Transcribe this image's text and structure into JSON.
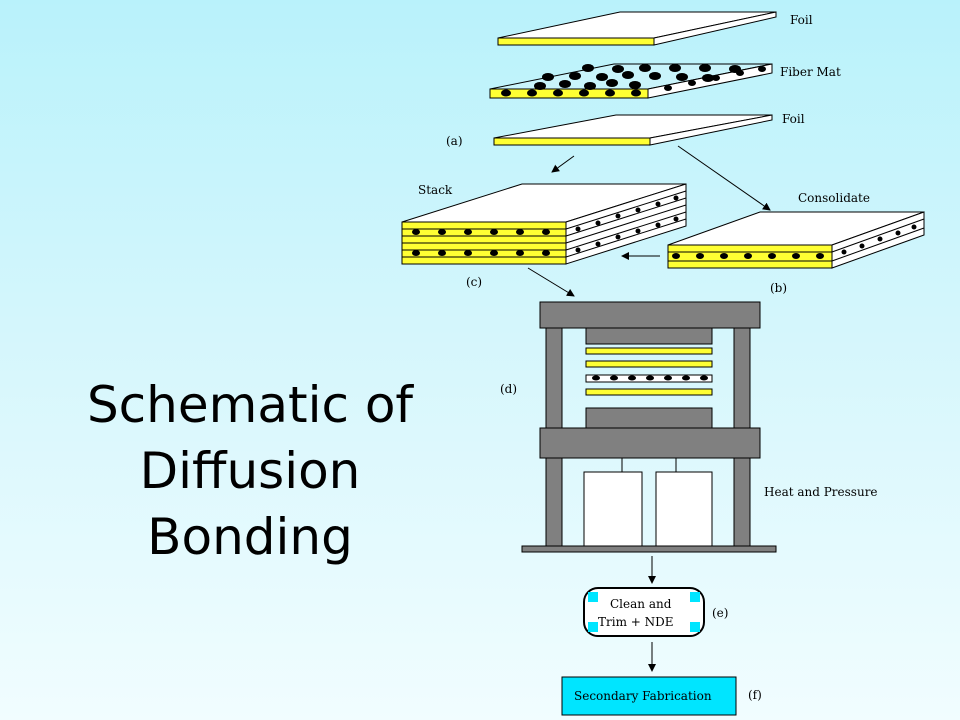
{
  "title": [
    "Schematic of",
    "Diffusion",
    "Bonding"
  ],
  "labels": {
    "foil_top": "Foil",
    "fiber_mat": "Fiber Mat",
    "foil_bottom": "Foil",
    "stack": "Stack",
    "consolidate": "Consolidate",
    "heat_pressure": "Heat and Pressure",
    "clean_line1": "Clean and",
    "clean_line2": "Trim + NDE",
    "secondary": "Secondary Fabrication"
  },
  "steps": {
    "a": "(a)",
    "b": "(b)",
    "c": "(c)",
    "d": "(d)",
    "e": "(e)",
    "f": "(f)"
  },
  "colors": {
    "foil": "#ffff33",
    "fiber_mat_top": "#c9f4fb",
    "press": "#808080",
    "clean_box_corner": "#00e5ff",
    "secondary_box": "#00e5ff",
    "fiber": "#000000"
  }
}
